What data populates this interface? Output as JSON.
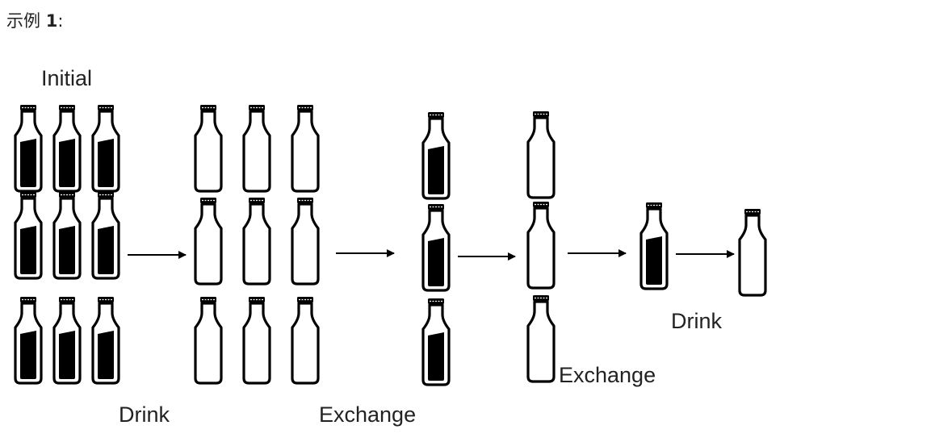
{
  "heading": {
    "prefix": "示例",
    "number": "1",
    "suffix": ":"
  },
  "labels": {
    "initial": "Initial",
    "step1": "Drink",
    "step2": "Exchange",
    "step3": "Exchange",
    "step4": "Drink"
  },
  "colors": {
    "ink": "#000000",
    "glass": "#ffffff",
    "milk": "#000000"
  },
  "groups": [
    {
      "name": "initial-full",
      "state": "full",
      "count": 9
    },
    {
      "name": "after-drink-empty",
      "state": "empty",
      "count": 9
    },
    {
      "name": "after-exchange-full",
      "state": "full",
      "count": 3
    },
    {
      "name": "after-drink-empty-2",
      "state": "empty",
      "count": 3
    },
    {
      "name": "after-exchange-full-2",
      "state": "full",
      "count": 1
    },
    {
      "name": "final-empty",
      "state": "empty",
      "count": 1
    }
  ]
}
